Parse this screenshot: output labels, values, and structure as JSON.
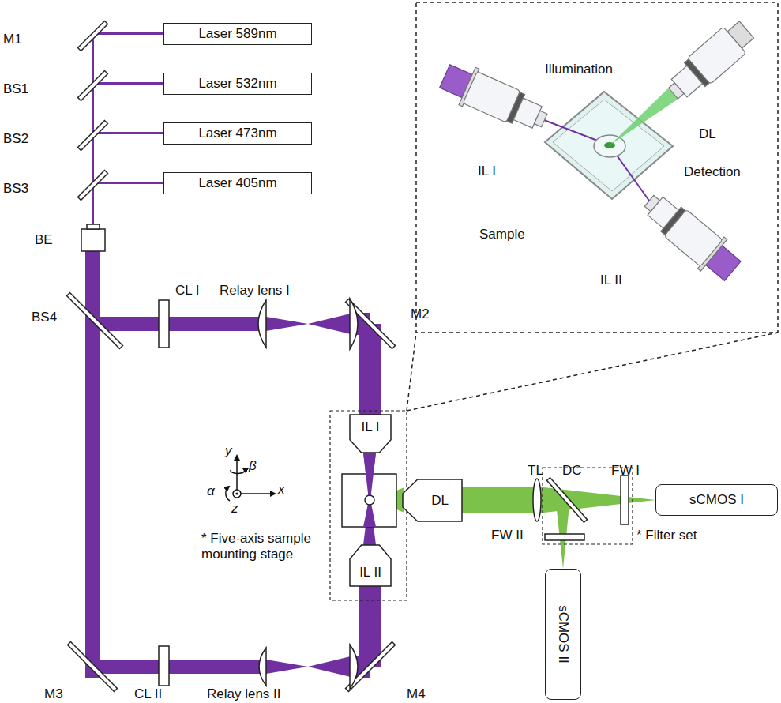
{
  "diagram": {
    "nodes": [
      {
        "text": [
          "Laser 589nm"
        ]
      },
      {
        "text": [
          "Laser 532nm"
        ]
      },
      {
        "text": [
          "Laser 473nm"
        ]
      },
      {
        "text": [
          "Laser 405nm"
        ]
      },
      {
        "text": [
          "IL I"
        ]
      },
      {
        "text": [
          "IL II"
        ]
      },
      {
        "text": [
          "DL"
        ]
      },
      {
        "text": [
          "sCMOS I"
        ]
      },
      {
        "text": [
          "sCMOS II"
        ]
      }
    ],
    "labels": [
      "M1",
      "BS1",
      "BS2",
      "BS3",
      "BE",
      "BS4",
      "CL I",
      "Relay lens I",
      "M2",
      "Illumination",
      "DL",
      "IL I",
      "Detection",
      "Sample",
      "IL II",
      "y",
      "β",
      "α",
      "z",
      "x",
      "* Five-axis sample mounting stage",
      "TL",
      "DC",
      "FW I",
      "* Filter set",
      "FW II",
      "M3",
      "CL II",
      "Relay lens II",
      "M4"
    ]
  }
}
